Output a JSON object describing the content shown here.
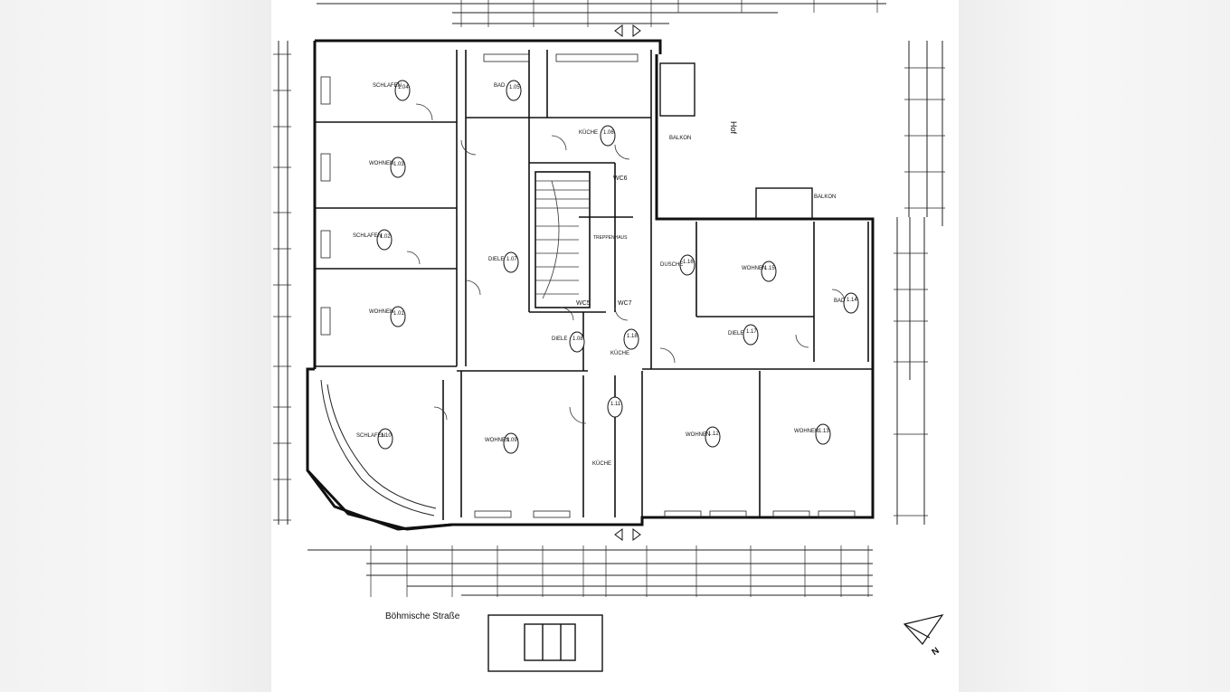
{
  "document": {
    "street_label": "Böhmische Straße",
    "courtyard_label": "Hof",
    "north_label": "N"
  },
  "rooms": [
    {
      "id": "1.04",
      "name": "SCHLAFEN"
    },
    {
      "id": "1.03",
      "name": "WOHNEN"
    },
    {
      "id": "1.02",
      "name": "SCHLAFEN"
    },
    {
      "id": "1.01",
      "name": "WOHNEN"
    },
    {
      "id": "1.05",
      "name": "BAD"
    },
    {
      "id": "1.06",
      "name": "KÜCHE"
    },
    {
      "id": "1.07",
      "name": "DIELE"
    },
    {
      "id": "1.08",
      "name": "DIELE"
    },
    {
      "id": "1.09",
      "name": "WOHNEN"
    },
    {
      "id": "1.10",
      "name": "SCHLAFEN"
    },
    {
      "id": "1.11",
      "name": "KÜCHE"
    },
    {
      "id": "1.12",
      "name": "WOHNEN"
    },
    {
      "id": "1.13",
      "name": "WOHNEN"
    },
    {
      "id": "1.14",
      "name": "BAD"
    },
    {
      "id": "1.15",
      "name": "WOHNEN"
    },
    {
      "id": "1.16",
      "name": "DUSCHE"
    },
    {
      "id": "1.17",
      "name": "DIELE"
    },
    {
      "id": "1.18",
      "name": "KÜCHE"
    }
  ],
  "labels": {
    "wc5": "WC5",
    "wc6": "WC6",
    "wc7": "WC7",
    "treppenhaus": "TREPPENHAUS",
    "balkon": "BALKON",
    "balkon2": "BALKON"
  }
}
